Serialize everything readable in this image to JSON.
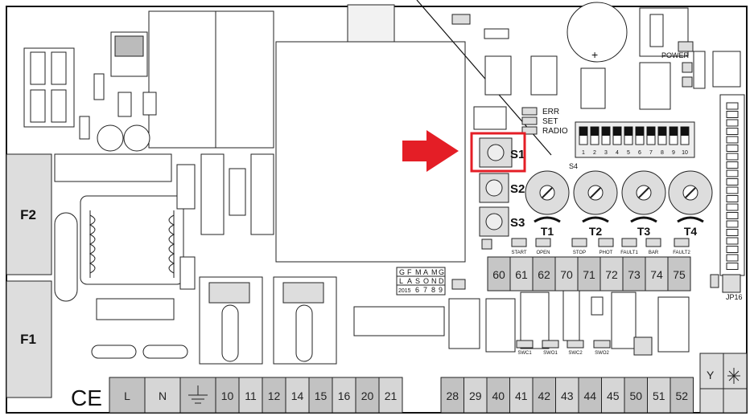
{
  "fuses": [
    "F2",
    "F1"
  ],
  "leds": [
    "ERR",
    "SET",
    "RADIO"
  ],
  "buttons": [
    "S1",
    "S2",
    "S3"
  ],
  "dip_switch": {
    "label": "S4",
    "numbers": [
      "1",
      "2",
      "3",
      "4",
      "5",
      "6",
      "7",
      "8",
      "9",
      "10"
    ]
  },
  "trimmers": [
    "T1",
    "T2",
    "T3",
    "T4"
  ],
  "input_labels": [
    "START",
    "OPEN",
    "STOP",
    "PHOT",
    "FAULT1",
    "BAR",
    "FAULT2"
  ],
  "upper_terminals": [
    "60",
    "61",
    "62",
    "70",
    "71",
    "72",
    "73",
    "74",
    "75"
  ],
  "bottom_left_terminals": [
    "L",
    "N"
  ],
  "bottom_mid_terminals": [
    "10",
    "11",
    "12",
    "14",
    "15",
    "16",
    "20",
    "21"
  ],
  "bottom_right_terminals": [
    "28",
    "29",
    "40",
    "41",
    "42",
    "43",
    "44",
    "45",
    "50",
    "51",
    "52"
  ],
  "corner_terminals": [
    "Y"
  ],
  "power_label": "POWER",
  "jumper_label": "JP16",
  "ce_mark": "CE",
  "grid_code": {
    "row1": [
      "G",
      "F",
      "M",
      "A",
      "M",
      "G"
    ],
    "row2": [
      "L",
      "A",
      "S",
      "O",
      "N",
      "D"
    ],
    "row3": [
      "2015",
      "6",
      "7",
      "8",
      "9"
    ]
  },
  "switch_labels": [
    "SWC1",
    "SWO1",
    "SWC2",
    "SWO2"
  ],
  "highlight": {
    "target": "S1",
    "color": "#e41e26"
  }
}
